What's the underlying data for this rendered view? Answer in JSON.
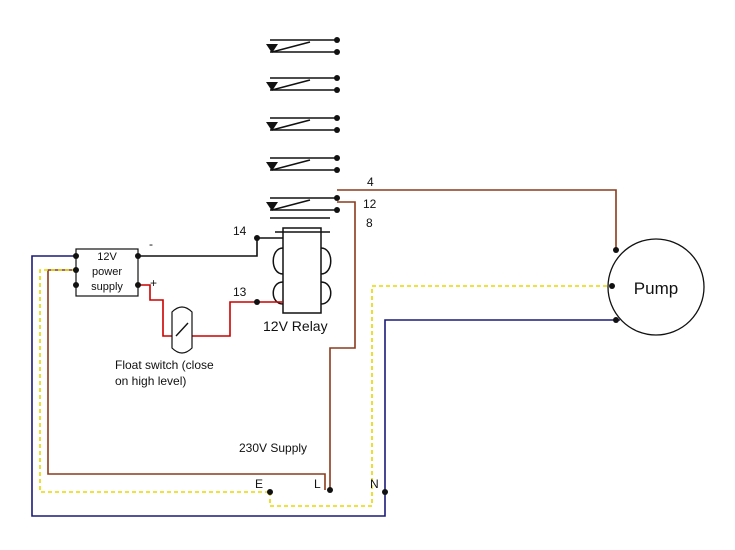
{
  "colors": {
    "brown": "#8B3A1A",
    "navy": "#1A1A7A",
    "yellow": "#E8D700",
    "red": "#CC0000",
    "black": "#111111",
    "box_fill": "#ffffff"
  },
  "psu": {
    "line1": "12V",
    "line2": "power",
    "line3": "supply",
    "minus": "-",
    "plus": "+"
  },
  "float_switch": {
    "line1": "Float switch (close",
    "line2": "on high level)"
  },
  "relay": {
    "label": "12V Relay",
    "coil_pin_a": "14",
    "coil_pin_b": "13"
  },
  "relay_contacts": {
    "pin_no": "4",
    "pin_com": "12",
    "pin_nc": "8"
  },
  "pump": {
    "label": "Pump"
  },
  "supply": {
    "label": "230V Supply",
    "earth": "E",
    "live": "L",
    "neutral": "N"
  }
}
